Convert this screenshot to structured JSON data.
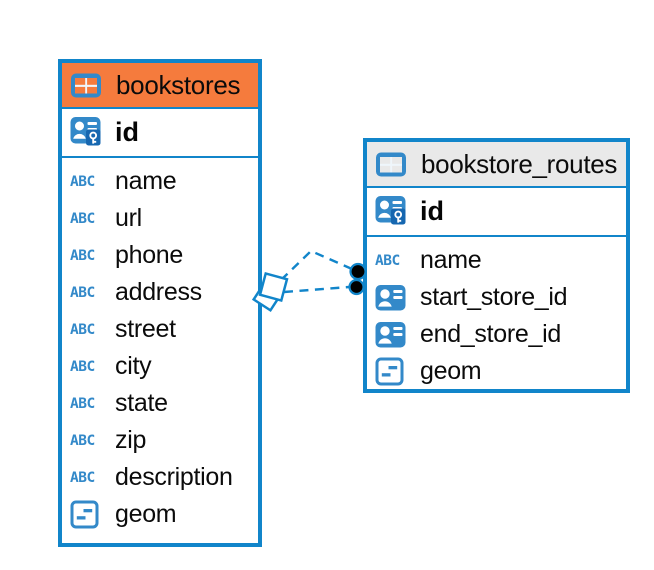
{
  "colors": {
    "accent_blue": "#1185ca",
    "icon_blue": "#3389c9",
    "key_badge_blue": "#1667b0",
    "bookstores_header_orange": "#f57b3d",
    "routes_header_gray": "#e9e9e9",
    "text_black": "#0b0b0b",
    "relationship_line_blue": "#1185ca",
    "endpoint_dot_black": "#000000"
  },
  "tables": [
    {
      "id": "bookstores",
      "title": "bookstores",
      "header_color": "#f57b3d",
      "header_icon": "table-icon",
      "rows": [
        {
          "name": "id",
          "type": "primary-key"
        },
        {
          "name": "name",
          "type": "text"
        },
        {
          "name": "url",
          "type": "text"
        },
        {
          "name": "phone",
          "type": "text"
        },
        {
          "name": "address",
          "type": "text"
        },
        {
          "name": "street",
          "type": "text"
        },
        {
          "name": "city",
          "type": "text"
        },
        {
          "name": "state",
          "type": "text"
        },
        {
          "name": "zip",
          "type": "text"
        },
        {
          "name": "description",
          "type": "text"
        },
        {
          "name": "geom",
          "type": "geometry"
        }
      ]
    },
    {
      "id": "bookstore_routes",
      "title": "bookstore_routes",
      "header_color": "#e9e9e9",
      "header_icon": "table-icon",
      "rows": [
        {
          "name": "id",
          "type": "primary-key"
        },
        {
          "name": "name",
          "type": "text"
        },
        {
          "name": "start_store_id",
          "type": "reference"
        },
        {
          "name": "end_store_id",
          "type": "reference"
        },
        {
          "name": "geom",
          "type": "geometry"
        }
      ]
    }
  ],
  "relationships": {
    "count": 2,
    "source_table": "bookstores",
    "target_table": "bookstore_routes",
    "line_style": "dashed",
    "source_marker": "diamond",
    "target_marker": "filled-dot"
  }
}
